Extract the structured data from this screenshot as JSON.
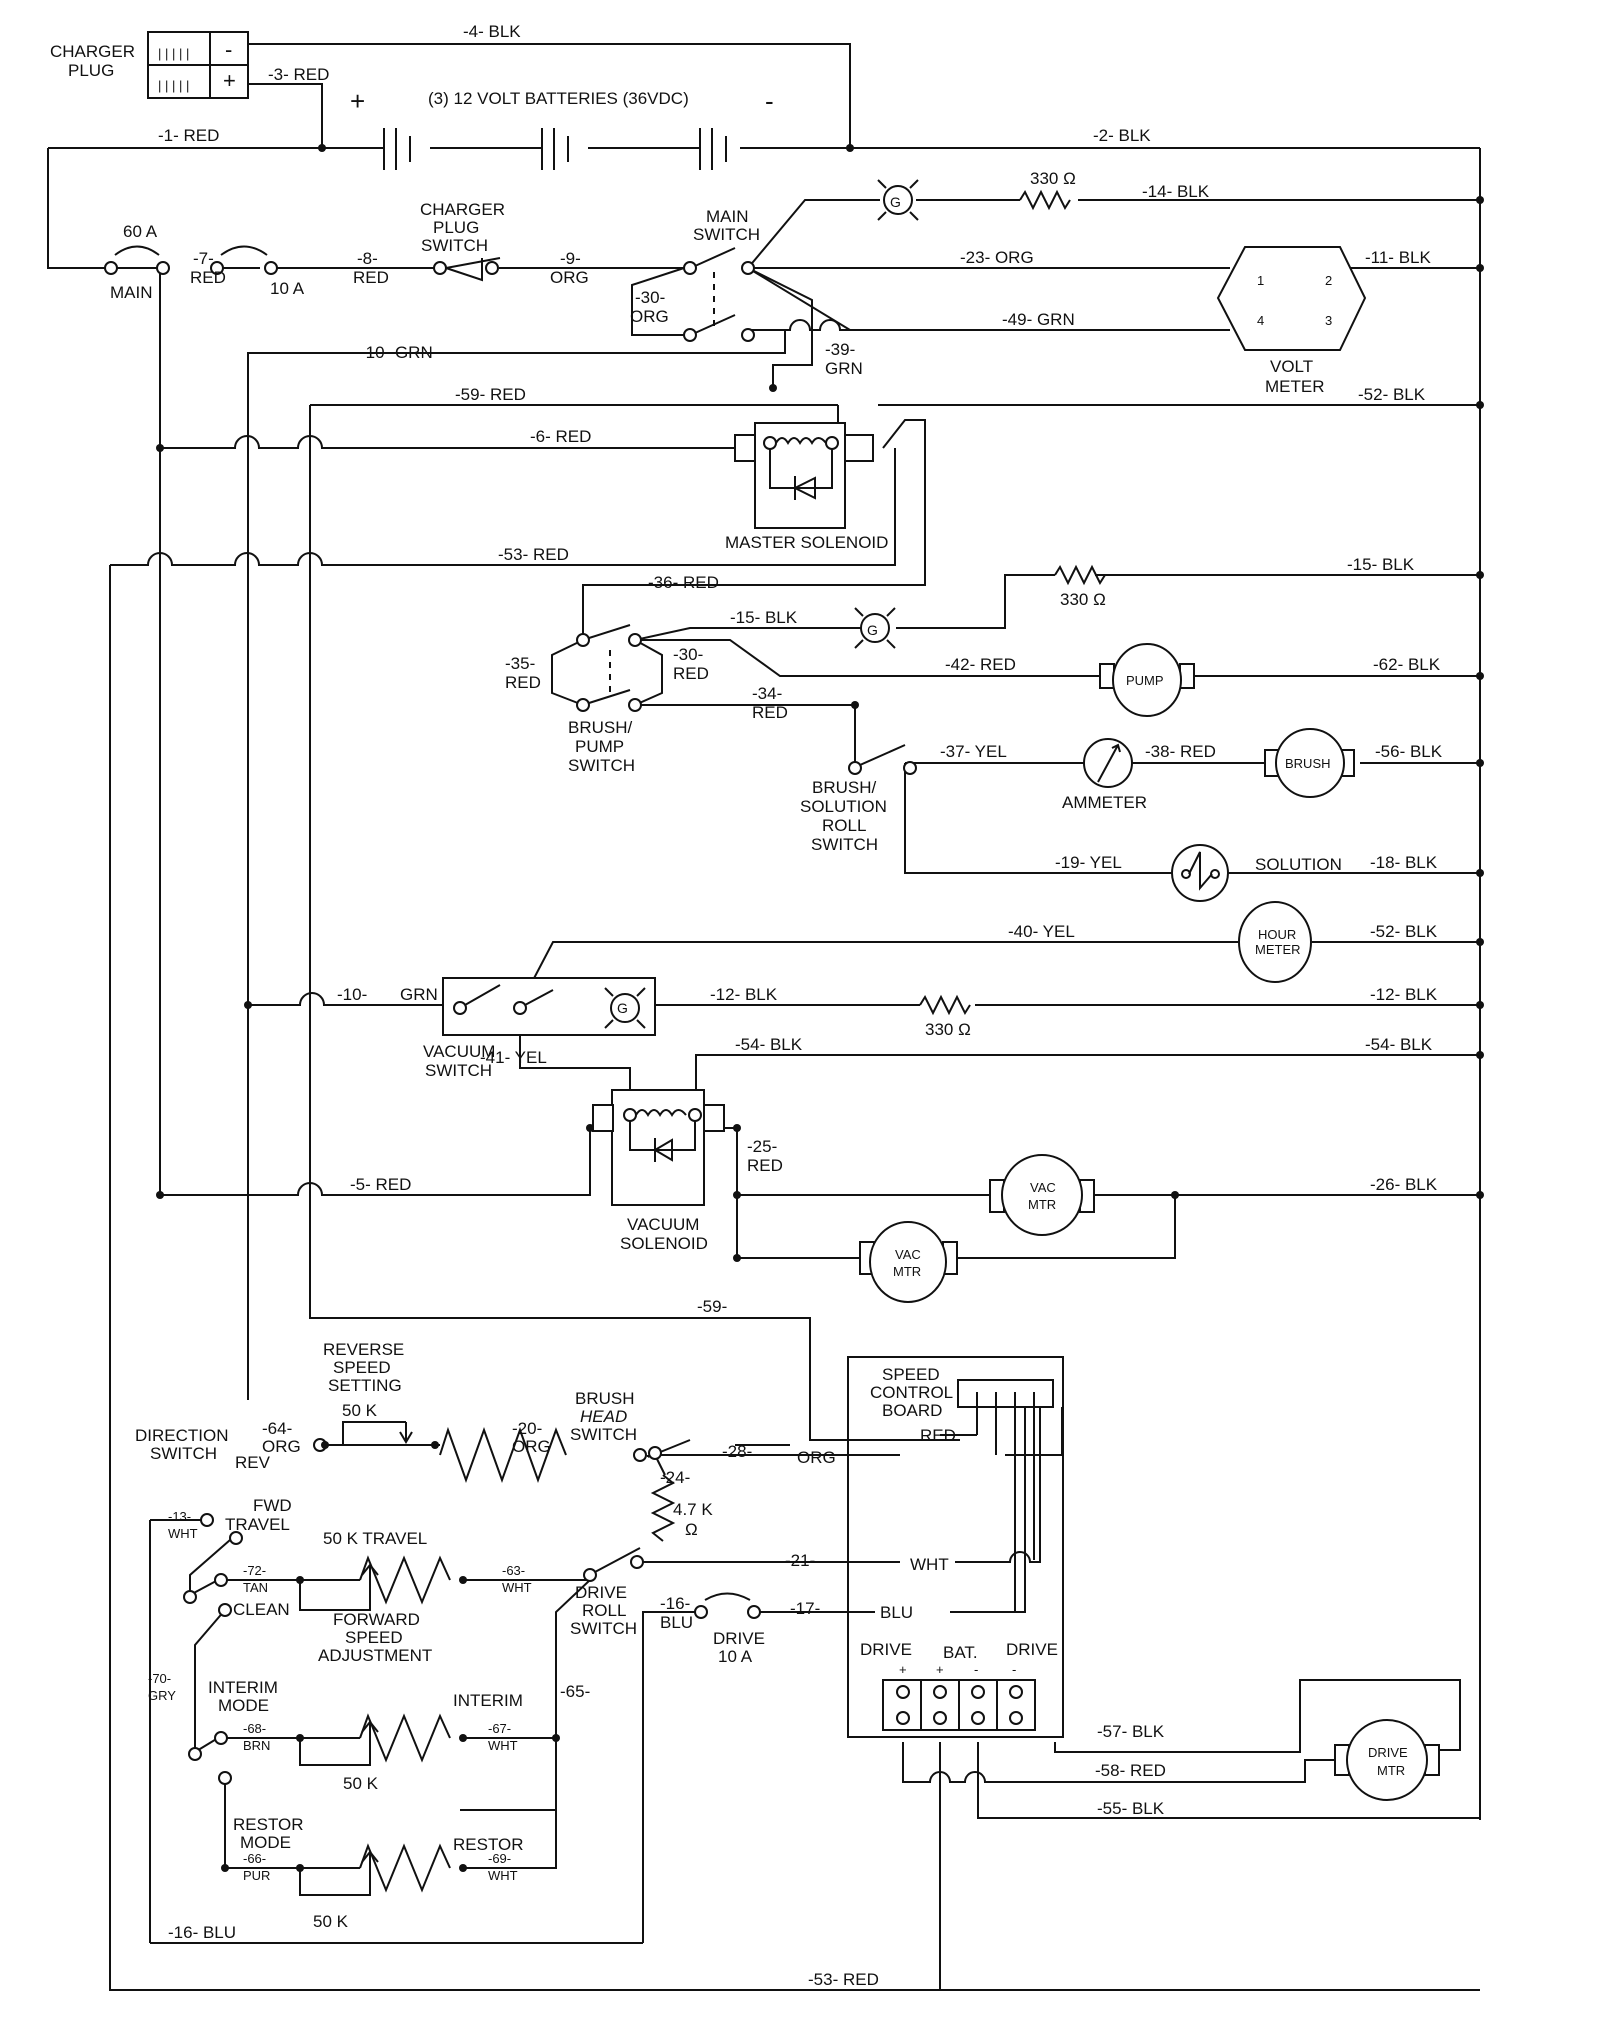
{
  "title": "Wiring Schematic",
  "colors": {
    "ink": "#111111",
    "paper": "#ffffff"
  },
  "components": {
    "charger_plug": [
      "CHARGER",
      "PLUG"
    ],
    "charger_minus": "-",
    "charger_plus": "+",
    "batteries": "(3) 12 VOLT BATTERIES (36VDC)",
    "bat_plus": "+",
    "bat_minus": "-",
    "main_breaker_rating": "60 A",
    "main_breaker": "MAIN",
    "fuse_10a": "10 A",
    "charger_plug_switch": [
      "CHARGER",
      "PLUG",
      "SWITCH"
    ],
    "main_switch": [
      "MAIN",
      "SWITCH"
    ],
    "resistor_330": "330 Ω",
    "lamp": "G",
    "volt_meter": [
      "VOLT",
      "METER"
    ],
    "volt_meter_pins": [
      "1",
      "2",
      "4",
      "3"
    ],
    "master_solenoid": "MASTER SOLENOID",
    "brush_pump_switch": [
      "BRUSH/",
      "PUMP",
      "SWITCH"
    ],
    "pump": "PUMP",
    "brush_solution_roll_switch": [
      "BRUSH/",
      "SOLUTION",
      "ROLL",
      "SWITCH"
    ],
    "ammeter": "AMMETER",
    "brush": "BRUSH",
    "solution": "SOLUTION",
    "hour_meter": [
      "HOUR",
      "METER"
    ],
    "vacuum_switch": [
      "VACUUM",
      "SWITCH"
    ],
    "vacuum_solenoid": [
      "VACUUM",
      "SOLENOID"
    ],
    "vac_mtr": [
      "VAC",
      "MTR"
    ],
    "reverse_speed_setting": [
      "REVERSE",
      "SPEED",
      "SETTING"
    ],
    "pot_50k": "50 K",
    "direction_switch": [
      "DIRECTION",
      "SWITCH"
    ],
    "rev": "REV",
    "fwd_travel": [
      "FWD",
      "TRAVEL"
    ],
    "travel_50k": "50 K TRAVEL",
    "forward_speed_adjustment": [
      "FORWARD",
      "SPEED",
      "ADJUSTMENT"
    ],
    "clean": "CLEAN",
    "interim_mode": [
      "INTERIM",
      "MODE"
    ],
    "interim": "INTERIM",
    "restor_mode": [
      "RESTOR",
      "MODE"
    ],
    "restor": "RESTOR",
    "brush_head_switch": [
      "BRUSH",
      "HEAD",
      "SWITCH"
    ],
    "resistor_4_7k": [
      "4.7 K",
      "Ω"
    ],
    "drive_roll_switch": [
      "DRIVE",
      "ROLL",
      "SWITCH"
    ],
    "drive_fuse": [
      "DRIVE",
      "10 A"
    ],
    "speed_control_board": [
      "SPEED",
      "CONTROL",
      "BOARD"
    ],
    "terminal_headers": [
      "DRIVE",
      "BAT.",
      "DRIVE"
    ],
    "terminal_polarity": [
      "+",
      "+",
      "-",
      "-"
    ],
    "drive_mtr": [
      "DRIVE",
      "MTR"
    ]
  },
  "wires": {
    "w1": "-1-  RED",
    "w2": "-2-  BLK",
    "w3": "-3-  RED",
    "w4": "-4-  BLK",
    "w5": "-5-   RED",
    "w6": "-6-    RED",
    "w7": [
      "-7-",
      "RED"
    ],
    "w8": [
      "-8-",
      "RED"
    ],
    "w9": [
      "-9-",
      "ORG"
    ],
    "w10a": "-10-    GRN",
    "w10b": "-10-",
    "w10b_color": "GRN",
    "w11": "-11-   BLK",
    "w12a": "-12-    BLK",
    "w12b": "-12-   BLK",
    "w13": [
      "-13-",
      "WHT"
    ],
    "w14": "-14-   BLK",
    "w15a": "-15-   BLK",
    "w15b": "-15-   BLK",
    "w16a": [
      "-16-",
      "BLU"
    ],
    "w16b": "-16-      BLU",
    "w17": "-17-",
    "w18": "-18-   BLK",
    "w19": "-19-  YEL",
    "w20": [
      "-20-",
      "ORG"
    ],
    "w21": "-21-",
    "w21_color": "WHT",
    "w23": "-23-   ORG",
    "w24": "-24-",
    "w25": [
      "-25-",
      "RED"
    ],
    "w26": "-26-   BLK",
    "w28": "-28-",
    "w28_color": "ORG",
    "w30a": [
      "-30-",
      "ORG"
    ],
    "w30b": [
      "-30-",
      "RED"
    ],
    "w34": [
      "-34-",
      "RED"
    ],
    "w35": [
      "-35-",
      "RED"
    ],
    "w36": "-36-    RED",
    "w37": "-37-   YEL",
    "w38": "-38-   RED",
    "w39": [
      "-39-",
      "GRN"
    ],
    "w40": "-40-    YEL",
    "w41": "-41-    YEL",
    "w42": "-42-    RED",
    "w49": "-49-   GRN",
    "w52a": "-52-   BLK",
    "w52b": "-52-   BLK",
    "w53a": "-53-    RED",
    "w53b": "-53-    RED",
    "w54a": "-54-    BLK",
    "w54b": "-54-   BLK",
    "w55": "-55-    BLK",
    "w56": "-56-    BLK",
    "w57": "-57-    BLK",
    "w58": "-58-   RED",
    "w59a": "-59-    RED",
    "w59b": "-59-",
    "w62": "-62-   BLK",
    "w63": [
      "-63-",
      "WHT"
    ],
    "w64": [
      "-64-",
      "ORG"
    ],
    "w65": "-65-",
    "w66": [
      "-66-",
      "PUR"
    ],
    "w67": [
      "-67-",
      "WHT"
    ],
    "w68": [
      "-68-",
      "BRN"
    ],
    "w69": [
      "-69-",
      "WHT"
    ],
    "w70": [
      "-70-",
      "GRY"
    ],
    "w72": [
      "-72-",
      "TAN"
    ],
    "board_red": "RED",
    "board_blu": "BLU"
  }
}
